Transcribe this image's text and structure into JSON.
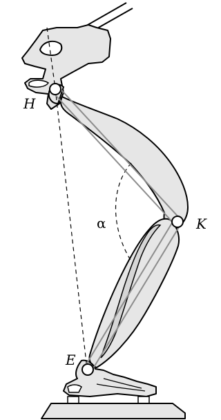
{
  "labels": {
    "hip": "H",
    "knee": "K",
    "ankle": "E",
    "angle": "α"
  },
  "colors": {
    "bone_fill": "#e6e6e6",
    "outline": "#000000",
    "link_line": "#8c8c8c",
    "joint_fill": "#ffffff",
    "background": "#ffffff"
  }
}
